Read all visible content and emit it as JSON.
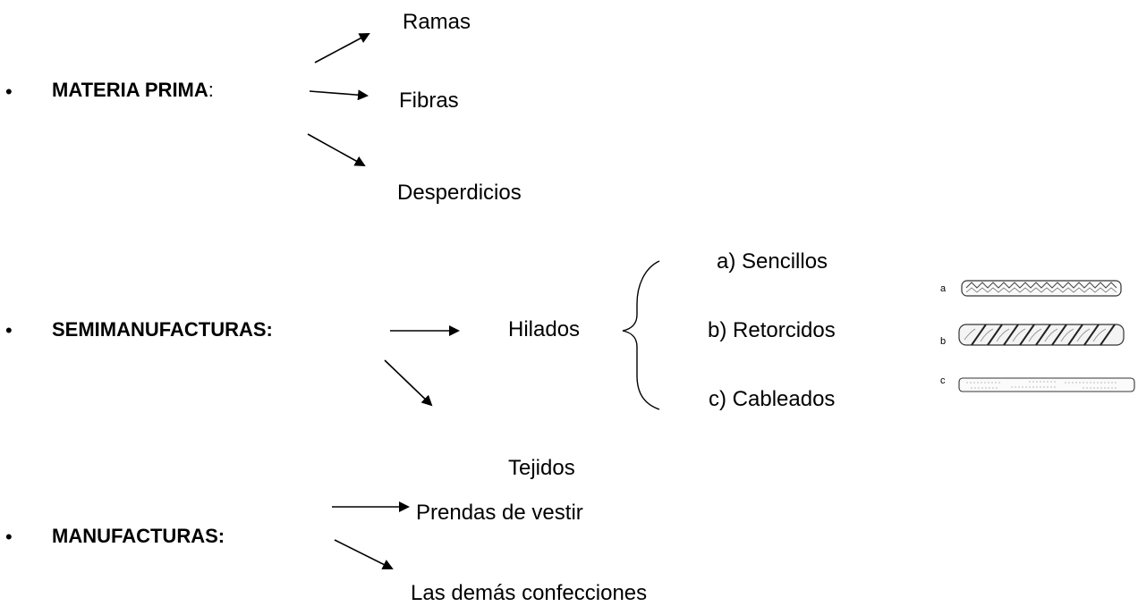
{
  "sections": {
    "materia_prima": {
      "bullet": "•",
      "label": "MATERIA PRIMA",
      "suffix": ":",
      "items": [
        "Ramas",
        "Fibras",
        "Desperdicios"
      ]
    },
    "semimanufacturas": {
      "bullet": "•",
      "label": "SEMIMANUFACTURAS:",
      "items": [
        "Hilados",
        "Tejidos"
      ],
      "hilados_types": [
        "a) Sencillos",
        "b) Retorcidos",
        "c) Cableados"
      ],
      "yarn_figure_labels": [
        "a",
        "b",
        "c"
      ]
    },
    "manufacturas": {
      "bullet": "•",
      "label": "MANUFACTURAS:",
      "items": [
        "Prendas de vestir",
        "Las demás confecciones"
      ]
    }
  },
  "icons": {
    "arrow": "arrow-icon",
    "brace": "curly-brace-icon",
    "yarn": "yarn-illustration"
  }
}
